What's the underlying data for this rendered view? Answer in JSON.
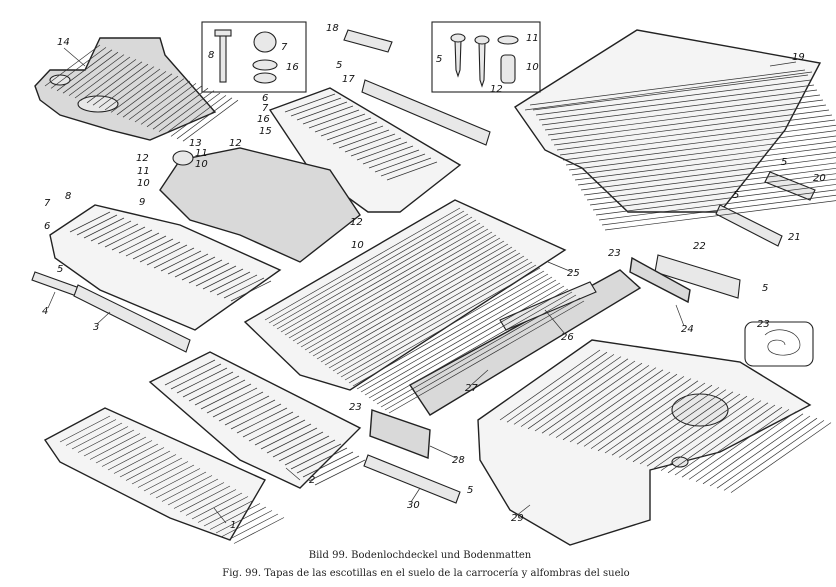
{
  "caption": {
    "line1": "Bild 99. Bodenlochdeckel und Bodenmatten",
    "line2": "Fig. 99. Tapas de las escotillas en el suelo de la carrocería y alfombras del suelo"
  },
  "callouts": {
    "n1": "1",
    "n2": "2",
    "n3": "3",
    "n4": "4",
    "n5a": "5",
    "n5b": "5",
    "n5c": "5",
    "n5d": "5",
    "n5e": "5",
    "n5f": "5",
    "n5g": "5",
    "n6a": "6",
    "n6b": "6",
    "n7a": "7",
    "n7b": "7",
    "n7c": "7",
    "n8a": "8",
    "n8b": "8",
    "n9": "9",
    "n10a": "10",
    "n10b": "10",
    "n10c": "10",
    "n10d": "10",
    "n11a": "11",
    "n11b": "11",
    "n11c": "11",
    "n12a": "12",
    "n12b": "12",
    "n12c": "12",
    "n12d": "12",
    "n13": "13",
    "n14": "14",
    "n15": "15",
    "n16a": "16",
    "n16b": "16",
    "n17": "17",
    "n18": "18",
    "n19": "19",
    "n20": "20",
    "n21": "21",
    "n22": "22",
    "n23a": "23",
    "n23b": "23",
    "n23c": "23",
    "n24": "24",
    "n25": "25",
    "n26": "26",
    "n27": "27",
    "n28": "28",
    "n29": "29",
    "n30": "30"
  }
}
